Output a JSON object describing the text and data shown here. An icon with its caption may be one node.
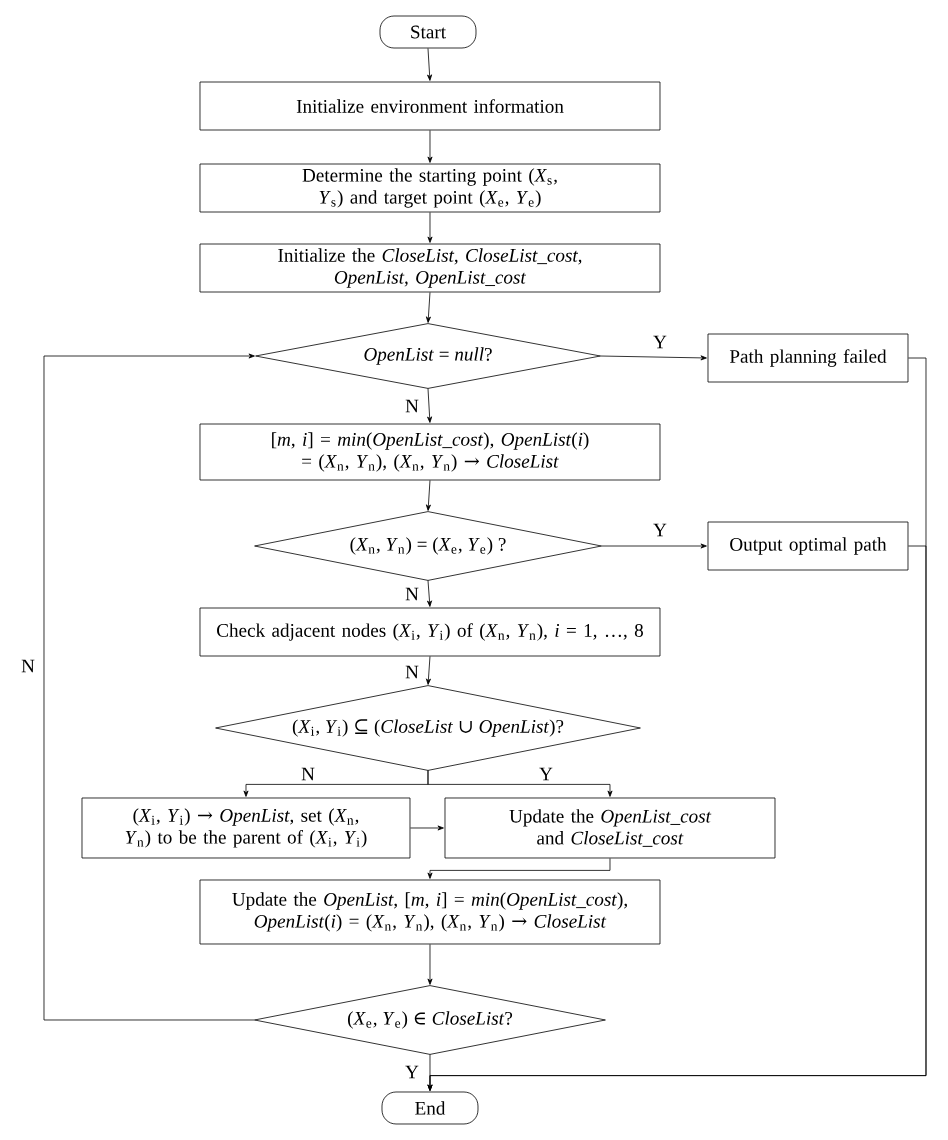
{
  "diagram": {
    "nodes": [
      {
        "text": [
          "Start"
        ]
      },
      {
        "text": [
          "Initialize environment information"
        ]
      },
      {
        "text": [
          "Determine the starting point (*X*$_{s}$, *Y*$_{s}$) and target point (*X*$_{e}$, *Y*$_{e}$)"
        ]
      },
      {
        "text": [
          "Initialize the *CloseList*, *CloseList_cost*, *OpenList*, *OpenList_cost*"
        ]
      },
      {
        "text": [
          "*OpenList* = *null*?"
        ]
      },
      {
        "text": [
          "Path planning failed"
        ]
      },
      {
        "text": [
          "[*m*, *i*] = *min*(*OpenList_cost*), *OpenList*(*i*) = (*X*$_{n}$, *Y*$_{n}$), (*X*$_{n}$, *Y*$_{n}$) → *CloseList*"
        ]
      },
      {
        "text": [
          "(*X*$_{n}$, *Y*$_{n}$) = (*X*$_{e}$, *Y*$_{e}$) ?"
        ]
      },
      {
        "text": [
          "Output optimal path"
        ]
      },
      {
        "text": [
          "Check adjacent nodes (*X*$_{i}$, *Y*$_{i}$) of (*X*$_{n}$, *Y*$_{n}$), *i* = 1, …, 8"
        ]
      },
      {
        "text": [
          "(*X*$_{i}$, *Y*$_{i}$) ⊆ (*CloseList* ∪ *OpenList*)?"
        ]
      },
      {
        "text": [
          "(*X*$_{i}$, *Y*$_{i}$) → *OpenList*, set (*X*$_{n}$, *Y*$_{n}$) to be the parent of (*X*$_{i}$, *Y*$_{i}$)"
        ]
      },
      {
        "text": [
          "Update the *OpenList_cost* and *CloseList_cost*"
        ]
      },
      {
        "text": [
          "Update the *OpenList*, [*m*, *i*] = *min*(*OpenList_cost*), *OpenList*(*i*) = (*X*$_{n}$, *Y*$_{n}$), (*X*$_{n}$, *Y*$_{n}$) → *CloseList*"
        ]
      },
      {
        "text": [
          "(*X*$_{e}$, *Y*$_{e}$) ∈ *CloseList*?"
        ]
      },
      {
        "text": [
          "End"
        ]
      }
    ],
    "edges": [
      {
        "from": 0,
        "to": 1,
        "arrow": "to"
      },
      {
        "from": 1,
        "to": 2,
        "arrow": "to"
      },
      {
        "from": 2,
        "to": 3,
        "arrow": "to"
      },
      {
        "from": 3,
        "to": 4,
        "arrow": "to"
      },
      {
        "from": 4,
        "to": 5,
        "arrow": "to",
        "label": "Y"
      },
      {
        "from": 4,
        "to": 6,
        "arrow": "to",
        "label": "N"
      },
      {
        "from": 6,
        "to": 7,
        "arrow": "to"
      },
      {
        "from": 7,
        "to": 8,
        "arrow": "to",
        "label": "Y"
      },
      {
        "from": 7,
        "to": 9,
        "arrow": "to",
        "label": "N"
      },
      {
        "from": 9,
        "to": 10,
        "arrow": "to",
        "label": "N"
      },
      {
        "from": 10,
        "to": 11,
        "arrow": "to",
        "label": "N"
      },
      {
        "from": 10,
        "to": 12,
        "arrow": "to",
        "label": "Y"
      },
      {
        "from": 11,
        "to": 12,
        "arrow": "to"
      },
      {
        "from": 12,
        "to": 13,
        "arrow": "to"
      },
      {
        "from": 13,
        "to": 14,
        "arrow": "to"
      },
      {
        "from": 14,
        "to": 15,
        "arrow": "to",
        "label": "Y"
      },
      {
        "from": 14,
        "to": 4,
        "arrow": "to",
        "label": "N"
      },
      {
        "from": 5,
        "to": 15,
        "arrow": "to"
      },
      {
        "from": 8,
        "to": 15,
        "arrow": "to"
      }
    ]
  }
}
